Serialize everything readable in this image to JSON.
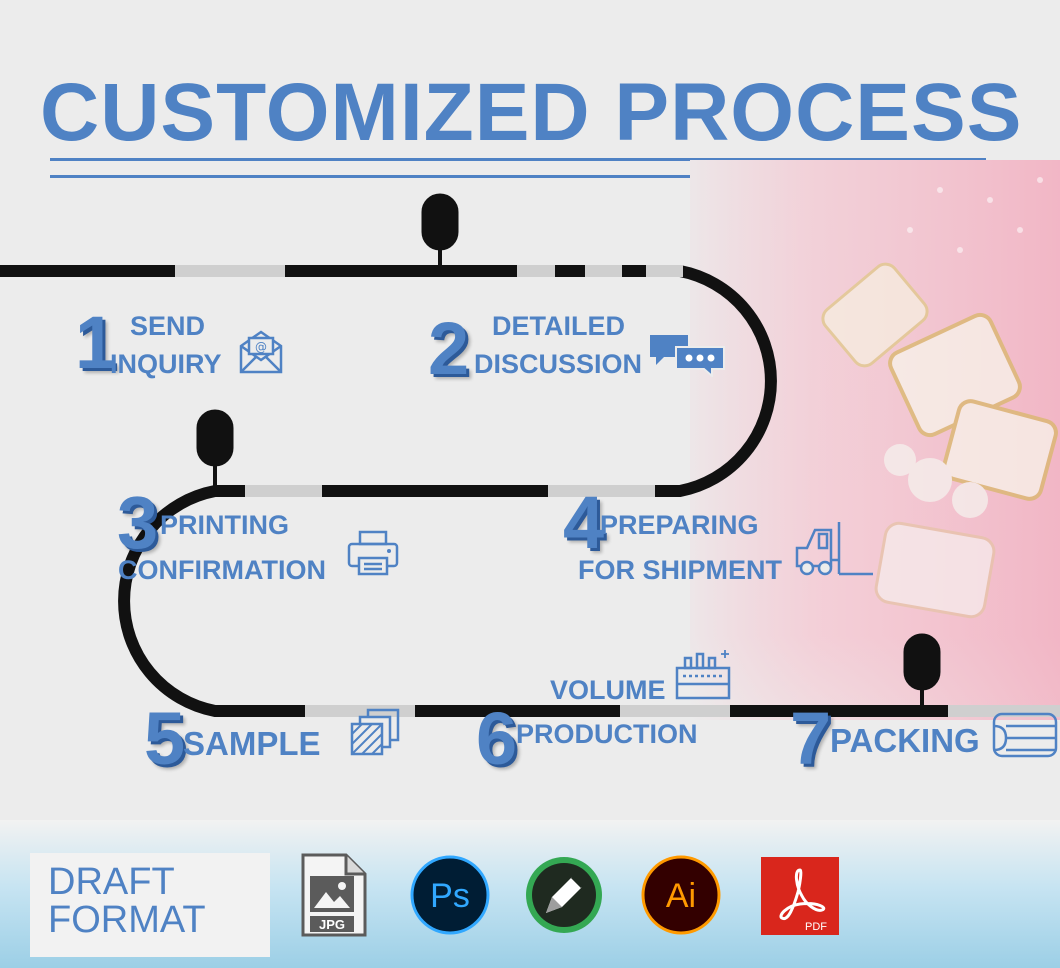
{
  "title": "CUSTOMIZED PROCESS",
  "steps": [
    {
      "number": "1",
      "line1": "SEND",
      "line2": "INQUIRY",
      "icon": "envelope-icon"
    },
    {
      "number": "2",
      "line1": "DETAILED",
      "line2": "DISCUSSION",
      "icon": "chat-bubbles-icon"
    },
    {
      "number": "3",
      "line1": "PRINTING",
      "line2": "CONFIRMATION",
      "icon": "printer-icon"
    },
    {
      "number": "4",
      "line1": "PREPARING",
      "line2": "FOR SHIPMENT",
      "icon": "forklift-icon"
    },
    {
      "number": "5",
      "line1": "SAMPLE",
      "icon": "sample-layers-icon"
    },
    {
      "number": "6",
      "line1": "VOLUME",
      "line2": "PRODUCTION",
      "icon": "factory-icon"
    },
    {
      "number": "7",
      "line1": "PACKING",
      "icon": "box-icon"
    }
  ],
  "draft": {
    "line1": "DRAFT",
    "line2": "FORMAT"
  },
  "formats": [
    {
      "label": "JPG",
      "icon": "jpg-file-icon"
    },
    {
      "label": "Ps",
      "icon": "photoshop-icon",
      "color": "#31a8ff"
    },
    {
      "label": "",
      "icon": "coreldraw-icon",
      "color": "#34a853"
    },
    {
      "label": "Ai",
      "icon": "illustrator-icon",
      "color": "#ff9a00"
    },
    {
      "label": "PDF",
      "icon": "pdf-icon",
      "color": "#d9261c"
    }
  ],
  "colors": {
    "accent": "#4f82c4",
    "track": "#111111",
    "track_gap": "#cfcfcf"
  }
}
